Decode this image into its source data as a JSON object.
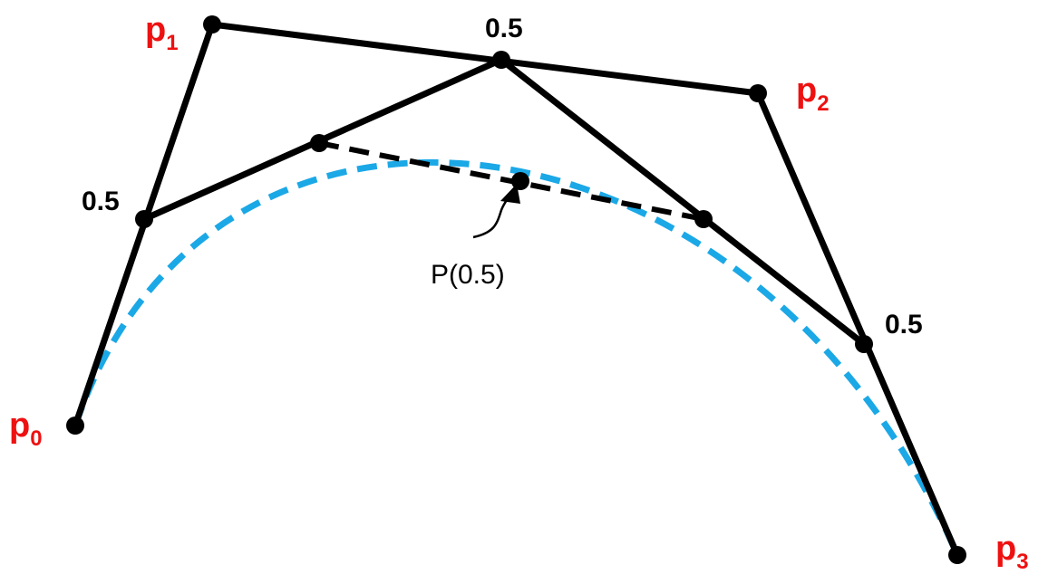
{
  "colors": {
    "polygon": "#000000",
    "curve": "#1ba8e6",
    "point_label": "#ee1111",
    "text": "#000000"
  },
  "control_points": [
    {
      "letter": "p",
      "index": "0"
    },
    {
      "letter": "p",
      "index": "1"
    },
    {
      "letter": "p",
      "index": "2"
    },
    {
      "letter": "p",
      "index": "3"
    }
  ],
  "parameter_labels": [
    "0.5",
    "0.5",
    "0.5"
  ],
  "result_label": "P(0.5)"
}
